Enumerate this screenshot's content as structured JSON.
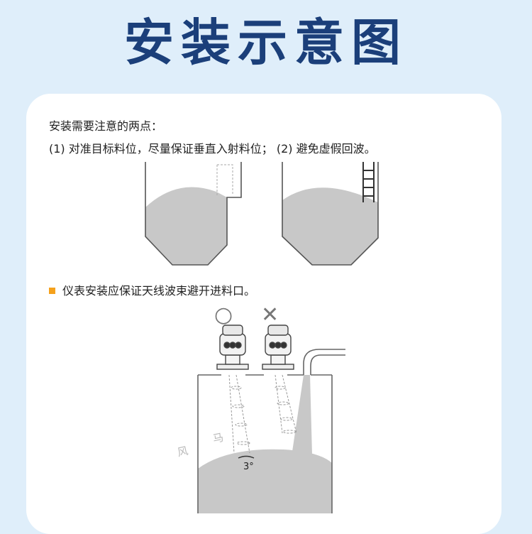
{
  "title": "安装示意图",
  "section1": {
    "heading": "安装需要注意的两点：",
    "points": "(1) 对准目标料位，尽量保证垂直入射料位； (2) 避免虚假回波。"
  },
  "section2": {
    "note": "仪表安装应保证天线波束避开进料口。",
    "symbols": {
      "correct": "○",
      "wrong": "✕"
    },
    "angle_label": "3°"
  },
  "watermark": {
    "chars": [
      "风",
      "马"
    ]
  },
  "colors": {
    "title": "#1b3f7a",
    "background": "#dfeefa",
    "card": "#ffffff",
    "bullet": "#f5a11c",
    "material": "#c8c8c8",
    "line": "#555555"
  }
}
